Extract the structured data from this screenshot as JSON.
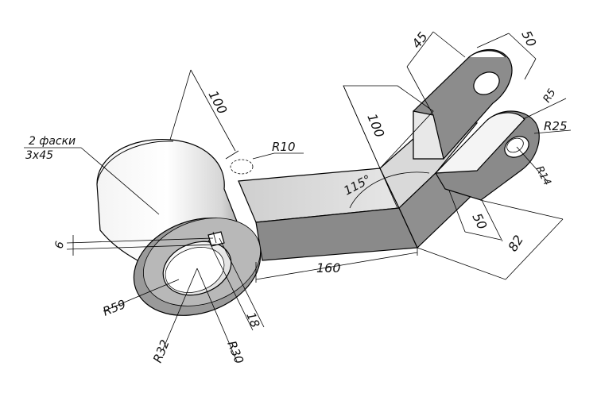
{
  "labels": {
    "dim_100": "100",
    "note_line1": "2 фаски",
    "note_line2": "3x45",
    "r10": "R10",
    "dim_6": "6",
    "r59": "R59",
    "r32": "R32",
    "r30": "R30",
    "dim_18": "18",
    "dim_160": "160",
    "angle_115": "115°",
    "dim_100b": "100",
    "dim_45": "45",
    "dim_50_top": "50",
    "r5": "R5",
    "r25": "R25",
    "r14": "R14",
    "dim_50_bottom": "50",
    "dim_82": "82"
  }
}
